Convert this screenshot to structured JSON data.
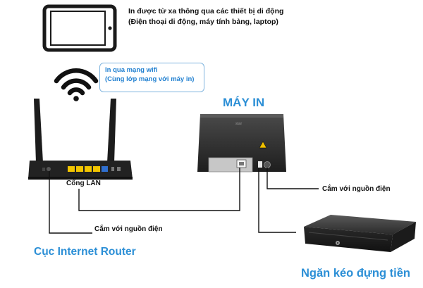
{
  "tablet_caption": {
    "line1": "In được từ xa thông qua các thiết bị di động",
    "line2": "(Điện thoại di động, máy tính bảng, laptop)"
  },
  "wifi_caption": {
    "line1": "In qua mạng wifi",
    "line2": "(Cùng lớp mạng với máy in)"
  },
  "printer": {
    "title": "MÁY IN",
    "brand": "star"
  },
  "router": {
    "title": "Cục Internet Router",
    "lan_label": "Cổng LAN",
    "power_label": "Cắm với nguồn điện"
  },
  "printer_power_label": "Cắm với nguồn điện",
  "cash_drawer": {
    "title": "Ngăn kéo đựng tiền"
  },
  "colors": {
    "accent_blue": "#2c8fd6",
    "wifi_blue": "#1f7fd0",
    "device_dark": "#2a2a2a",
    "lan_yellow": "#f2c500"
  }
}
